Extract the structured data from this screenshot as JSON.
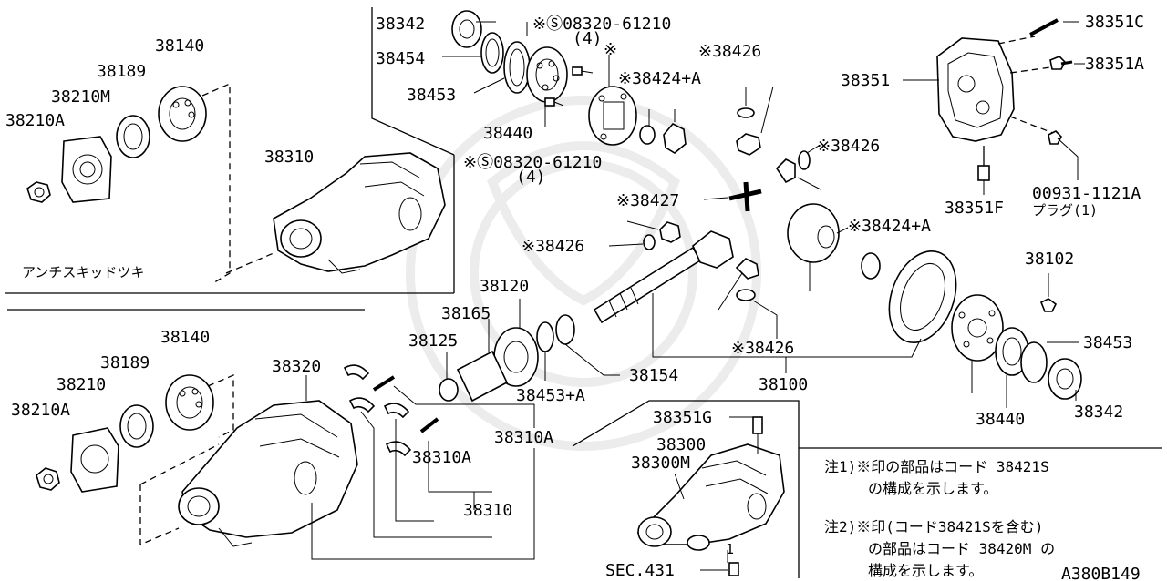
{
  "labels": {
    "p38342_top": "38342",
    "p38454": "38454",
    "p38453_top": "38453",
    "p38440_top": "38440",
    "s08320_top": "※Ⓢ08320-61210",
    "qty4_top": "(4)",
    "s08320_bot": "※Ⓢ08320-61210",
    "qty4_bot": "(4)",
    "p38424A_top": "※38424+A",
    "p38426_a": "※38426",
    "p38426_b": "※38426",
    "p38426_c": "※38426",
    "p38426_d": "※38426",
    "p38427": "※38427",
    "p38424A_mid": "※38424+A",
    "p38351C": "38351C",
    "p38351A": "38351A",
    "p38351": "38351",
    "p38351F": "38351F",
    "p00931": "00931-1121A",
    "plug": "プラグ(1)",
    "p38140_top": "38140",
    "p38189_top": "38189",
    "p38210M": "38210M",
    "p38210A_top": "38210A",
    "p38310_top": "38310",
    "antiskid": "アンチスキッドツキ",
    "p38120": "38120",
    "p38165": "38165",
    "p38125": "38125",
    "p38154": "38154",
    "p38453A": "38453+A",
    "p38100": "38100",
    "p38102": "38102",
    "p38453_right": "38453",
    "p38440_right": "38440",
    "p38342_right": "38342",
    "p38140_bot": "38140",
    "p38189_bot": "38189",
    "p38210": "38210",
    "p38210A_bot": "38210A",
    "p38320": "38320",
    "p38310A_a": "38310A",
    "p38310A_b": "38310A",
    "p38310_bot": "38310",
    "p38351G": "38351G",
    "p38300": "38300",
    "p38300M": "38300M",
    "sec431": "SEC.431",
    "mark1": "1",
    "asterisk_mark": "※"
  },
  "notes": {
    "n1_line1": "注1)※印の部品はコード 38421S",
    "n1_line2": "の構成を示します。",
    "n2_line1": "注2)※印(コード38421Sを含む)",
    "n2_line2": "の部品はコード 38420M の",
    "n2_line3": "構成を示します。"
  },
  "diagram_code": "A380B149"
}
